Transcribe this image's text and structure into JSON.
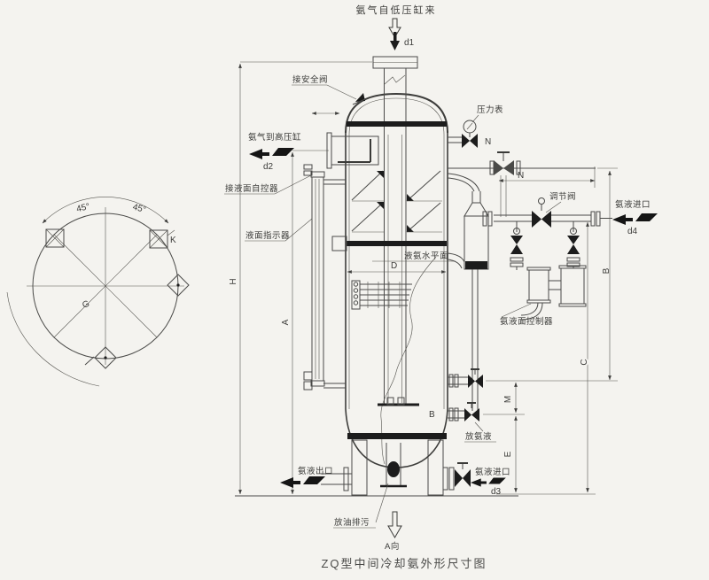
{
  "title": "ZQ型中间冷却氨外形尺寸图",
  "colors": {
    "paper": "#f4f3ef",
    "ink": "#4a4a48",
    "solid_fill": "#1c1c1c"
  },
  "labels": {
    "top_feed": "氨气自低压缸来",
    "d1": "d1",
    "safety_valve": "接安全阀",
    "gas_out": "氨气到高压缸",
    "d2": "d2",
    "level_pilot": "接液面自控器",
    "level_gauge": "液面指示器",
    "pressure_gauge": "压力表",
    "nozzle_n": "N",
    "regulating_valve": "调节阀",
    "liquid_inlet_top": "氨液进口",
    "d4": "d4",
    "liquid_level": "液氨水平面",
    "level_controller": "氨液面控制器",
    "ammonia_drain": "放氨液",
    "liquid_outlet": "氨液出口",
    "liquid_inlet_bottom": "氨液进口",
    "d3": "d3",
    "oil_drain": "放油排污",
    "view_a": "A向"
  },
  "dimensions": {
    "H": "H",
    "A": "A",
    "B": "B",
    "C": "C",
    "D": "D",
    "E": "E",
    "M": "M",
    "N": "N",
    "G": "G",
    "K": "K",
    "inner_b": "B",
    "angle_left": "45°",
    "angle_right": "45°"
  }
}
